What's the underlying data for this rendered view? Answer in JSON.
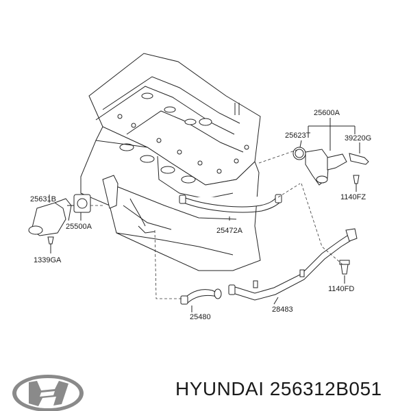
{
  "labels": {
    "p25600A": "25600A",
    "p25623T": "25623T",
    "p39220G": "39220G",
    "p1140FZ": "1140FZ",
    "p25631B": "25631B",
    "p25500A": "25500A",
    "p1339GA": "1339GA",
    "p25472A": "25472A",
    "p1140FD": "1140FD",
    "p28483": "28483",
    "p25480": "25480"
  },
  "footer": {
    "brand_text": "HYUNDAI 256312B051",
    "logo_icon": "hyundai-logo-icon"
  },
  "colors": {
    "ink": "#1a1a1a",
    "background": "#ffffff"
  }
}
